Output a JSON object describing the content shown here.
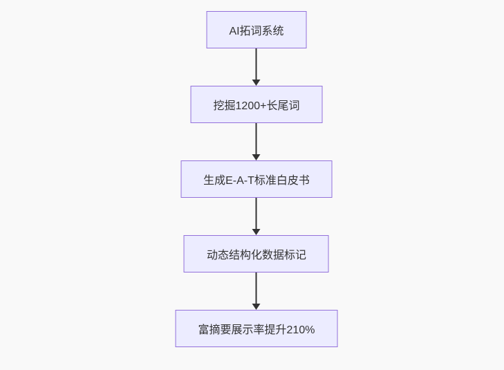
{
  "diagram": {
    "type": "flowchart-top-down",
    "nodes": [
      {
        "id": "n1",
        "label": "AI拓词系统"
      },
      {
        "id": "n2",
        "label": "挖掘1200+长尾词"
      },
      {
        "id": "n3",
        "label": "生成E-A-T标准白皮书"
      },
      {
        "id": "n4",
        "label": "动态结构化数据标记"
      },
      {
        "id": "n5",
        "label": "富摘要展示率提升210%"
      }
    ],
    "edges": [
      {
        "from": "n1",
        "to": "n2"
      },
      {
        "from": "n2",
        "to": "n3"
      },
      {
        "from": "n3",
        "to": "n4"
      },
      {
        "from": "n4",
        "to": "n5"
      }
    ],
    "colors": {
      "background": "#f9f9f9",
      "node_fill": "#ECECFF",
      "node_border": "#9370DB",
      "arrow": "#333333",
      "text": "#333333"
    }
  }
}
